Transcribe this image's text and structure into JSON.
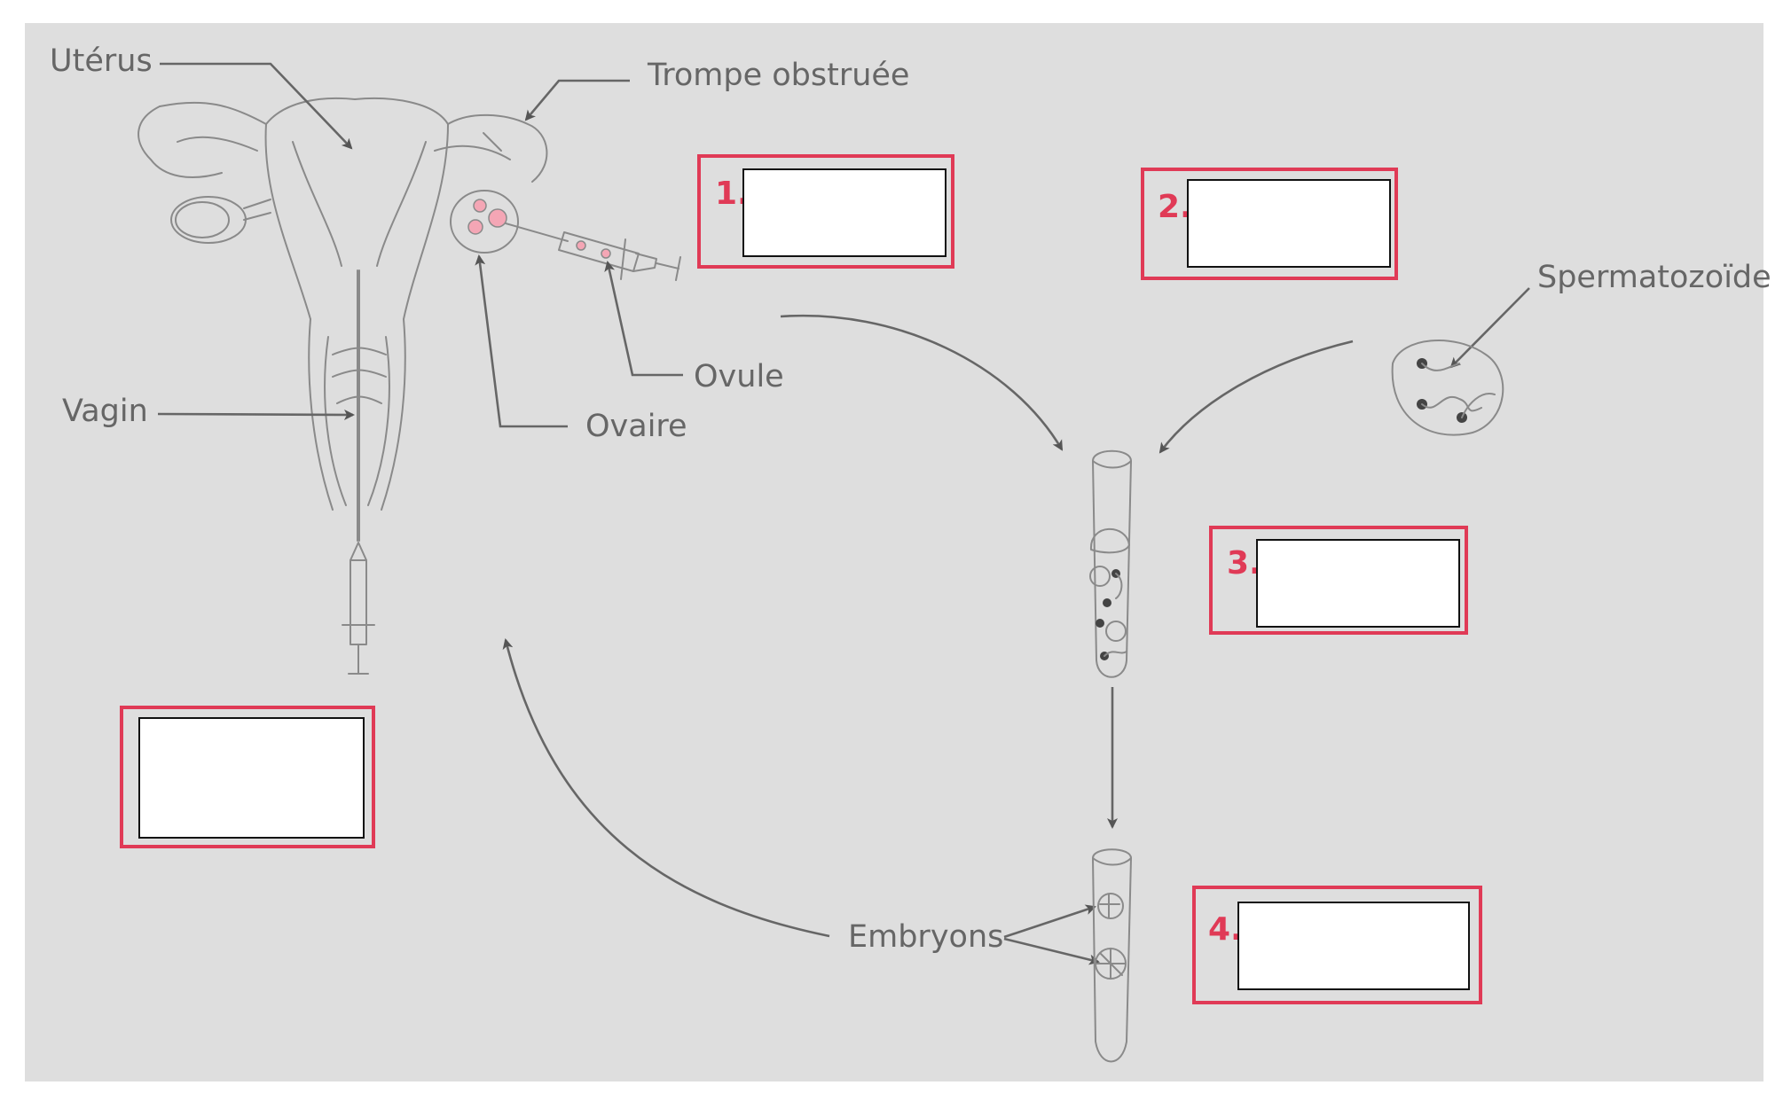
{
  "labels": {
    "uterus": "Utérus",
    "trompe": "Trompe obstruée",
    "vagin": "Vagin",
    "ovule": "Ovule",
    "ovaire": "Ovaire",
    "spermatozoide": "Spermatozoïde",
    "embryons": "Embryons"
  },
  "steps": [
    {
      "number": "1.",
      "answer": ""
    },
    {
      "number": "2.",
      "answer": ""
    },
    {
      "number": "3.",
      "answer": ""
    },
    {
      "number": "4.",
      "answer": ""
    },
    {
      "number": "",
      "answer": ""
    }
  ],
  "colors": {
    "background": "#dedede",
    "accent": "#e03a56",
    "ovum_fill": "#f4a6b5",
    "text": "#666666",
    "drawing": "#8a8a8a"
  }
}
